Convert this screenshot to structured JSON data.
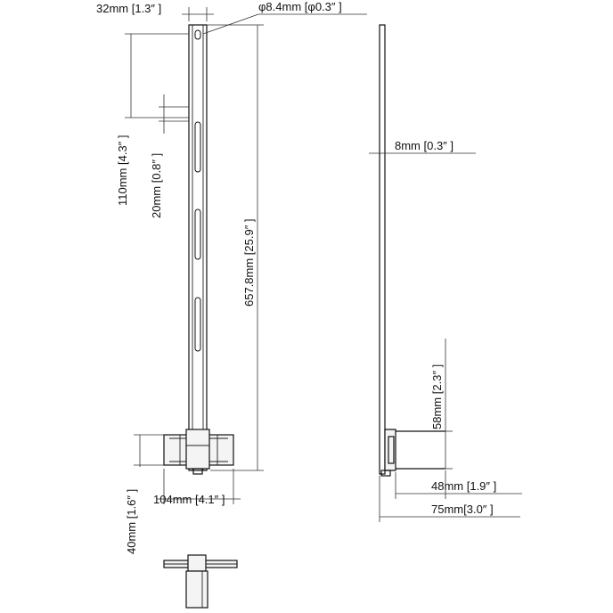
{
  "dimensions": {
    "width_bracket": "32mm [1.3″ ]",
    "hole_diameter": "φ8.4mm [φ0.3″ ]",
    "slot_pitch": "110mm [4.3″ ]",
    "slot_gap": "20mm [0.8″ ]",
    "total_height": "657.8mm [25.9″ ]",
    "clamp_width": "104mm [4.1″ ]",
    "clamp_height": "40mm [1.6″ ]",
    "thickness": "8mm [0.3″ ]",
    "hook_height": "58mm [2.3″ ]",
    "hook_depth": "48mm [1.9″ ]",
    "total_depth": "75mm[3.0″ ]"
  }
}
